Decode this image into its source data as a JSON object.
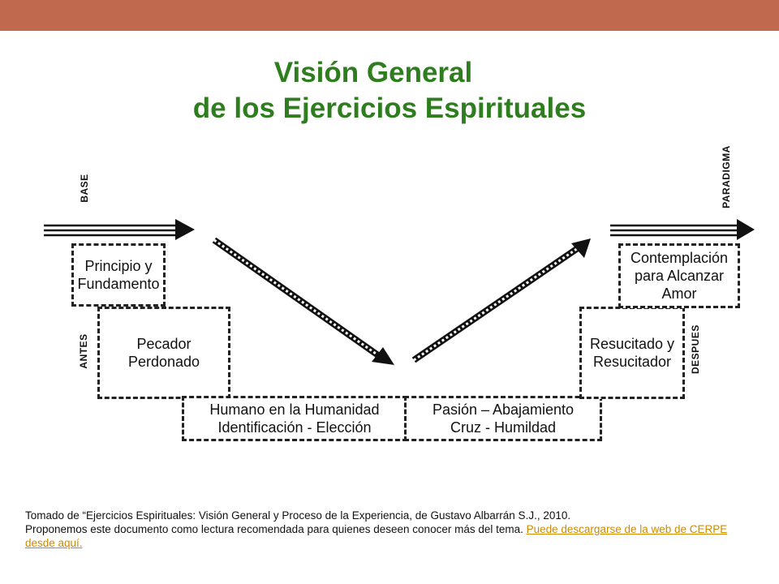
{
  "title": {
    "line1": "Visión General",
    "line2": "de los Ejercicios Espirituales"
  },
  "diagram": {
    "labels": {
      "base": "BASE",
      "antes": "ANTES",
      "paradigma": "PARADIGMA",
      "despues": "DESPUES"
    },
    "boxes": {
      "principio": [
        "Principio y",
        "Fundamento"
      ],
      "pecador": [
        "Pecador",
        "Perdonado"
      ],
      "humano": [
        "Humano en la Humanidad",
        "Identificación - Elección"
      ],
      "pasion": [
        "Pasión – Abajamiento",
        "Cruz - Humildad"
      ],
      "resucitado": [
        "Resucitado y",
        "Resucitador"
      ],
      "contemplacion": [
        "Contemplación",
        "para Alcanzar",
        "Amor"
      ]
    }
  },
  "footer": {
    "line1": "Tomado de “Ejercicios Espirituales: Visión General y Proceso de la Experiencia, de Gustavo Albarrán S.J., 2010.",
    "line2": "Proponemos este documento como lectura recomendada para quienes deseen conocer más del tema. ",
    "link": "Puede descargarse de la web de CERPE desde aquí."
  },
  "colors": {
    "top_bar": "#c0694f",
    "title": "#2e7d1e",
    "link": "#d08a00"
  }
}
